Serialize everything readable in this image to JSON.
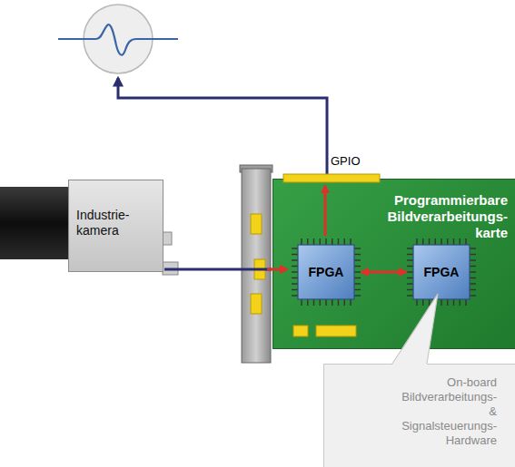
{
  "diagram": {
    "nodes": [
      {
        "text": [
          "Industrie- kamera"
        ]
      },
      {
        "text": [
          "Programmierbare Bildverarbeitungs- karte"
        ]
      },
      {
        "text": [
          "FPGA"
        ],
        "in": 1
      },
      {
        "text": [
          "FPGA"
        ],
        "in": 1
      },
      {
        "text": [
          "On-board Bildverarbeitungs- & Signalsteuerungs- Hardware"
        ]
      }
    ],
    "edges": [
      {
        "from": 0,
        "to": 1,
        "arrow": "none"
      },
      {
        "from": 2,
        "to": 3,
        "arrow": "both"
      }
    ],
    "labels": [
      "GPIO"
    ]
  }
}
